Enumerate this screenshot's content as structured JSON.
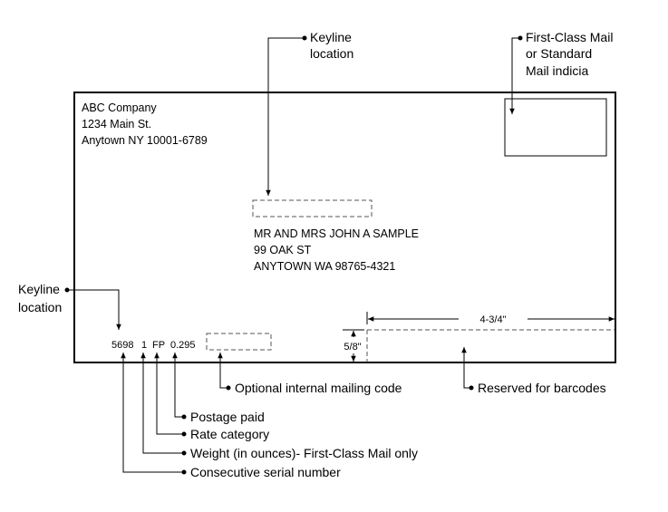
{
  "return_address": [
    "ABC Company",
    "1234 Main St.",
    "Anytown  NY 10001-6789"
  ],
  "delivery_address": [
    "MR AND MRS JOHN A SAMPLE",
    "99 OAK ST",
    "ANYTOWN WA 98765-4321"
  ],
  "callouts": {
    "keyline_top": [
      "Keyline",
      "location"
    ],
    "indicia": [
      "First-Class Mail",
      "or Standard",
      "Mail indicia"
    ],
    "keyline_left": [
      "Keyline",
      "location"
    ],
    "optional_code": "Optional internal mailing code",
    "reserved_barcodes": "Reserved for barcodes",
    "postage_paid": "Postage paid",
    "rate_category": "Rate category",
    "weight": "Weight (in ounces)- First-Class Mail only",
    "serial": "Consecutive serial number"
  },
  "keyline_values": {
    "serial": "5698",
    "weight": "1",
    "rate": "FP",
    "postage": "0.295"
  },
  "dimensions": {
    "barcode_width": "4-3/4\"",
    "barcode_height": "5/8\""
  }
}
